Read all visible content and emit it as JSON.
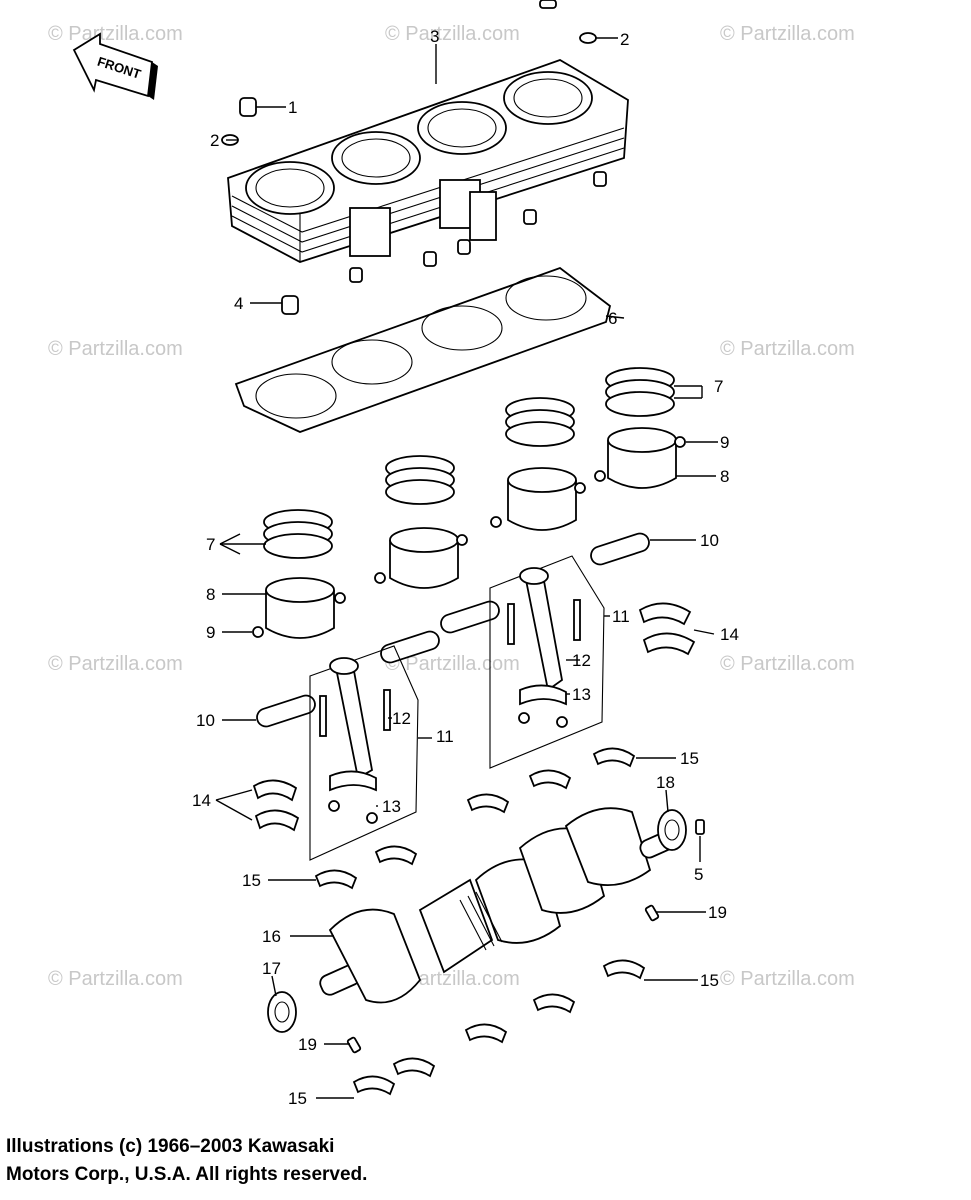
{
  "front_label": "FRONT",
  "watermark": "© Partzilla.com",
  "callouts": [
    "1",
    "2",
    "3",
    "4",
    "5",
    "6",
    "7",
    "8",
    "9",
    "10",
    "11",
    "12",
    "13",
    "14",
    "15",
    "16",
    "17",
    "18",
    "19"
  ],
  "copyright": {
    "line1": "Illustrations (c) 1966–2003 Kawasaki",
    "line2": "Motors Corp., U.S.A.  All rights reserved."
  }
}
